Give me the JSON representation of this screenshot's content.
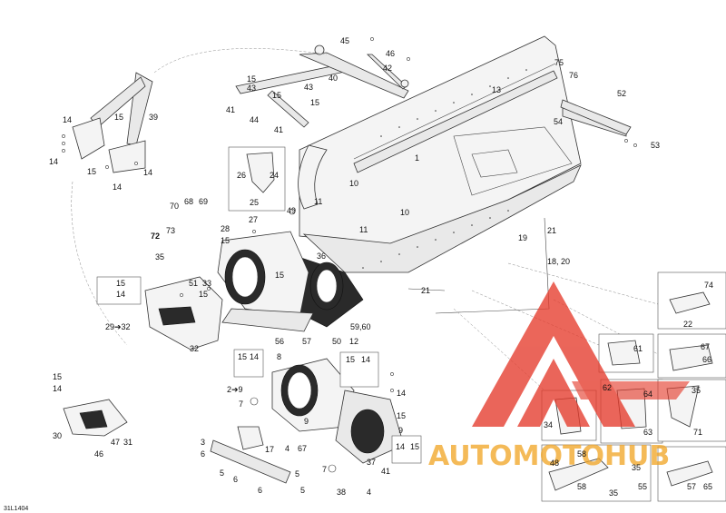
{
  "diagram": {
    "code": "31L1404",
    "labels": {
      "l1": "1",
      "l2_9": "2➔9",
      "l3": "3",
      "l4a": "4",
      "l4b": "4",
      "l5a": "5",
      "l5b": "5",
      "l5c": "5",
      "l6a": "6",
      "l6b": "6",
      "l6c": "6",
      "l7a": "7",
      "l7b": "7",
      "l8": "8",
      "l9a": "9",
      "l9b": "9",
      "l10a": "10",
      "l10b": "10",
      "l11a": "11",
      "l11b": "11",
      "l12": "12",
      "l13": "13",
      "l14a": "14",
      "l14b": "14",
      "l14c": "14",
      "l14d": "14",
      "l14e": "14",
      "l14f": "14",
      "l14g": "14",
      "l14h": "14",
      "l14i": "14",
      "l15a": "15",
      "l15b": "15",
      "l15c": "15",
      "l15d": "15",
      "l15e": "15",
      "l15f": "15",
      "l15g": "15",
      "l15h": "15",
      "l15i": "15",
      "l15j": "15",
      "l15k": "15",
      "l15l": "15",
      "l15m": "15",
      "l15n": "15",
      "l17": "17",
      "l18_20": "18, 20",
      "l19": "19",
      "l21a": "21",
      "l21b": "21",
      "l22": "22",
      "l24": "24",
      "l25": "25",
      "l26": "26",
      "l27": "27",
      "l28": "28",
      "l29_32": "29➔32",
      "l30": "30",
      "l31": "31",
      "l32": "32",
      "l33": "33",
      "l34": "34",
      "l35a": "35",
      "l35b": "35",
      "l35c": "35",
      "l35d": "35",
      "l36": "36",
      "l37": "37",
      "l38": "38",
      "l39": "39",
      "l40": "40",
      "l41a": "41",
      "l41b": "41",
      "l41c": "41",
      "l42": "42",
      "l43a": "43",
      "l43b": "43",
      "l44": "44",
      "l45": "45",
      "l46a": "46",
      "l46b": "46",
      "l47": "47",
      "l48": "48",
      "l49": "49",
      "l50": "50",
      "l51": "51",
      "l52": "52",
      "l53": "53",
      "l54": "54",
      "l55": "55",
      "l56": "56",
      "l57a": "57",
      "l57b": "57",
      "l58a": "58",
      "l58b": "58",
      "l59_60": "59,60",
      "l61": "61",
      "l62": "62",
      "l63": "63",
      "l64": "64",
      "l65": "65",
      "l66": "66",
      "l67a": "67",
      "l67b": "67",
      "l68": "68",
      "l69": "69",
      "l70": "70",
      "l71": "71",
      "l72": "72",
      "l73": "73",
      "l74": "74",
      "l75": "75",
      "l76": "76"
    }
  },
  "watermark": {
    "text": "AUTOMOTOHUB",
    "text_colors": [
      "#f1a72a",
      "#e8b06a"
    ],
    "logo_color": "#e53b2c"
  }
}
